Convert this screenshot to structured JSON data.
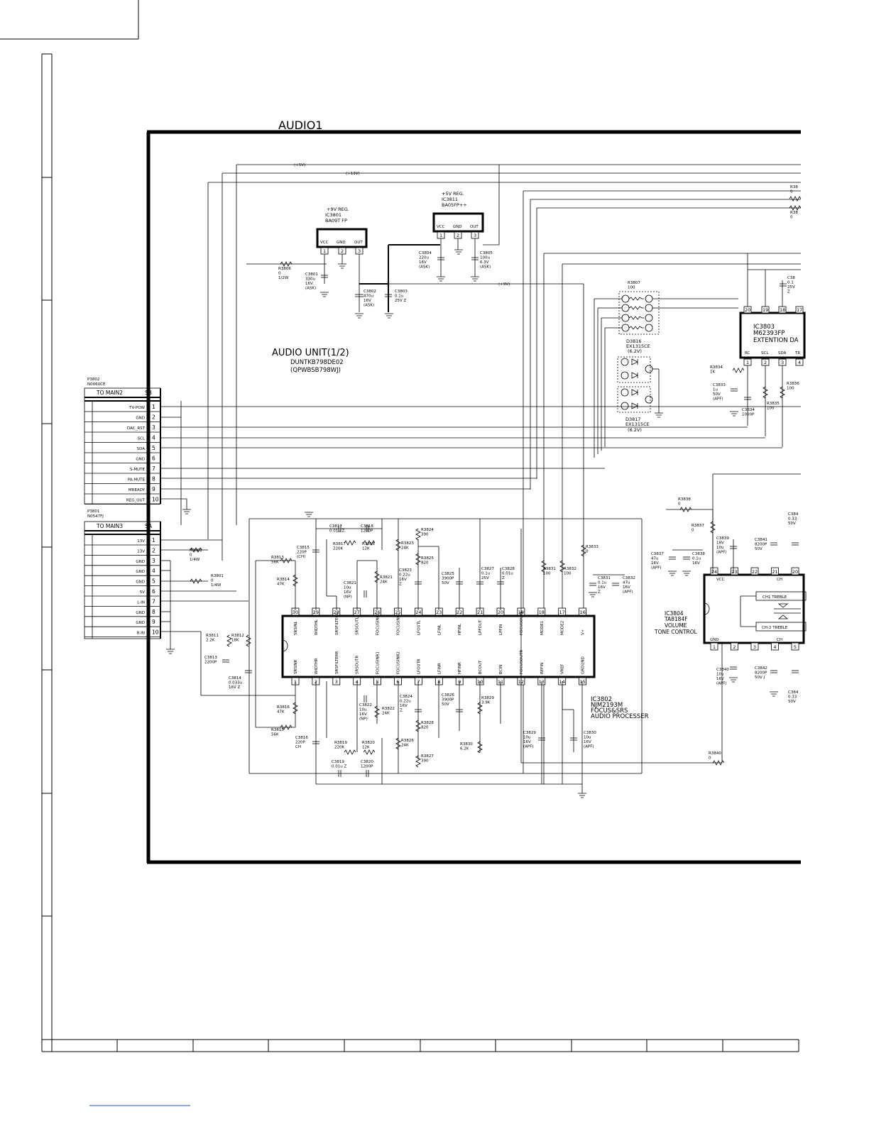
{
  "sheet_title": "AUDIO1",
  "unit": {
    "title": "AUDIO UNIT(1/2)",
    "part1": "DUNTKB798DE02",
    "part2": "(QPWBSB798WJ)"
  },
  "rails": {
    "v5": "(+5V)",
    "v13": "(+13V)",
    "v9": "(+9V)"
  },
  "reg9": {
    "title": "+9V REG.",
    "ref": "IC3801",
    "part": "BA09T FP",
    "pins": [
      "VCC",
      "GND",
      "OUT"
    ],
    "nums": [
      "1",
      "2",
      "3"
    ]
  },
  "reg5": {
    "title": "+5V REG.",
    "ref": "IC3811",
    "part": "BA05FP++",
    "pins": [
      "VCC",
      "GND",
      "OUT"
    ],
    "nums": [
      "1",
      "2",
      "3"
    ]
  },
  "ic3803": {
    "ref": "IC3803",
    "part": "M62393FP",
    "desc": "EXTENTION DA",
    "pins_bottom": [
      "RC",
      "SCL",
      "SDA",
      "TR"
    ],
    "nums_bottom": [
      "1",
      "2",
      "3",
      "4"
    ],
    "nums_top": [
      "20",
      "19",
      "18",
      "17"
    ]
  },
  "ic3802": {
    "ref": "IC3802",
    "part": "NJM2193M",
    "desc1": "FOCUS&SRS",
    "desc2": "AUDIO PROCESSER",
    "top_pins": [
      "SRSINL",
      "WIDTHL",
      "SRSFILTERL",
      "SRSOUTL",
      "FOCUSINL1",
      "FOCUSINL2",
      "LFOUTL",
      "LFINL",
      "HFINL",
      "LPFOUT",
      "LPFIN",
      "FOCUSOUTL",
      "MODE1",
      "MODE2",
      "V+"
    ],
    "top_nums": [
      "30",
      "29",
      "28",
      "27",
      "26",
      "25",
      "24",
      "23",
      "22",
      "21",
      "20",
      "19",
      "18",
      "17",
      "16"
    ],
    "bottom_pins": [
      "SRSINR",
      "WIDTHR",
      "SRSFILTERR",
      "SRSOUTR",
      "FOCUSINR1",
      "FOCUSINR2",
      "LFOUTR",
      "LFINR",
      "HFINR",
      "BCOUT",
      "BCIN",
      "FOCUSOUTR",
      "REFIN",
      "VREF",
      "GROUND"
    ],
    "bottom_nums": [
      "1",
      "2",
      "3",
      "4",
      "5",
      "6",
      "7",
      "8",
      "9",
      "10",
      "11",
      "12",
      "13",
      "14",
      "15"
    ]
  },
  "ic3804": {
    "ref": "IC3804",
    "part": "TA8184F",
    "desc1": "VOLUME",
    "desc2": "TONE CONTROL",
    "pin_vcc": "VCC",
    "pin_gnd": "GND",
    "ch1": "CH1 TREBLE",
    "ch2": "CH-2 TREBLE",
    "ch": "CH",
    "top_nums": [
      "24",
      "23",
      "22",
      "21",
      "20"
    ],
    "bottom_nums": [
      "1",
      "2",
      "3",
      "4",
      "5"
    ]
  },
  "p3802": {
    "ref": "P3802",
    "part": "N0060CE",
    "to": "TO MAIN2",
    "tag": "SB",
    "pins": [
      [
        "TV-POW",
        "1"
      ],
      [
        "GND",
        "2"
      ],
      [
        "DAC_RST",
        "3"
      ],
      [
        "SCL",
        "4"
      ],
      [
        "SDA",
        "5"
      ],
      [
        "GND",
        "6"
      ],
      [
        "S-MUTE",
        "7"
      ],
      [
        "PA-MUTE",
        "8"
      ],
      [
        "MREADY",
        "9"
      ],
      [
        "REG_OUT",
        "10"
      ]
    ]
  },
  "p3801": {
    "ref": "P3801",
    "part": "N0547FJ",
    "to": "TO MAIN3",
    "tag": "SA",
    "pins": [
      [
        "13V",
        "1"
      ],
      [
        "13V",
        "2"
      ],
      [
        "GND",
        "3"
      ],
      [
        "GND",
        "4"
      ],
      [
        "GND",
        "5"
      ],
      [
        "5V",
        "6"
      ],
      [
        "L-IN",
        "7"
      ],
      [
        "GND",
        "8"
      ],
      [
        "GND",
        "9"
      ],
      [
        "R-IN",
        "10"
      ]
    ]
  },
  "diodes": {
    "d3816": [
      "D3816",
      "EX1315CE",
      "(6.2V)"
    ],
    "d3817": [
      "D3817",
      "EX1315CE",
      "(6.2V)"
    ]
  },
  "parts": [
    {
      "id": "r3806",
      "lines": [
        "R3806",
        "0",
        "1/2W"
      ]
    },
    {
      "id": "c3801",
      "lines": [
        "C3801",
        "330u",
        "16V",
        "(ASK)"
      ]
    },
    {
      "id": "c3802",
      "lines": [
        "C3802",
        "470u",
        "16V",
        "(ASK)"
      ]
    },
    {
      "id": "c3803",
      "lines": [
        "C3803",
        "0.1u",
        "25V Z"
      ]
    },
    {
      "id": "c3804",
      "lines": [
        "C3804",
        "220u",
        "16V",
        "(ASK)"
      ]
    },
    {
      "id": "c3805",
      "lines": [
        "C3805",
        "100u",
        "6.3V",
        "(ASK)"
      ]
    },
    {
      "id": "r3807",
      "lines": [
        "R3807",
        "100"
      ]
    },
    {
      "id": "r3834",
      "lines": [
        "R3834",
        "1K"
      ]
    },
    {
      "id": "c3833",
      "lines": [
        "C3833",
        "1u",
        "50V",
        "(APF)"
      ]
    },
    {
      "id": "c3834",
      "lines": [
        "C3834",
        "1000P"
      ]
    },
    {
      "id": "r3835",
      "lines": [
        "R3835",
        "100"
      ]
    },
    {
      "id": "r3836",
      "lines": [
        "R3836",
        "100"
      ]
    },
    {
      "id": "r3802",
      "lines": [
        "R3802",
        "0",
        "1/4W"
      ]
    },
    {
      "id": "r3801",
      "lines": [
        "R3801",
        "0",
        "1/4W"
      ]
    },
    {
      "id": "r3813",
      "lines": [
        "R3813",
        "56K"
      ]
    },
    {
      "id": "r3814",
      "lines": [
        "R3814",
        "47K"
      ]
    },
    {
      "id": "c3815",
      "lines": [
        "C3815",
        "220P",
        "(CH)"
      ]
    },
    {
      "id": "c3817",
      "lines": [
        "C3817",
        "0.01u Z"
      ]
    },
    {
      "id": "c3818",
      "lines": [
        "C3818",
        "1200P"
      ]
    },
    {
      "id": "r3817",
      "lines": [
        "R3817",
        "220K"
      ]
    },
    {
      "id": "r3818",
      "lines": [
        "R3818",
        "12K"
      ]
    },
    {
      "id": "r3824",
      "lines": [
        "R3824",
        "390"
      ]
    },
    {
      "id": "r3823",
      "lines": [
        "R3823",
        "24K"
      ]
    },
    {
      "id": "r3825",
      "lines": [
        "R3825",
        "820"
      ]
    },
    {
      "id": "r3821",
      "lines": [
        "R3821",
        "24K"
      ]
    },
    {
      "id": "c3821",
      "lines": [
        "C3821",
        "10u",
        "16V",
        "(NP)"
      ]
    },
    {
      "id": "c3823",
      "lines": [
        "C3823",
        "0.22u",
        "16V",
        "Z"
      ]
    },
    {
      "id": "c3825",
      "lines": [
        "C3825",
        "3900P",
        "50V"
      ]
    },
    {
      "id": "c3827",
      "lines": [
        "C3827",
        "0.1u",
        "25V"
      ]
    },
    {
      "id": "c3828",
      "lines": [
        "C3828",
        "0.01u",
        "Z"
      ]
    },
    {
      "id": "r3831",
      "lines": [
        "R3831",
        "100"
      ]
    },
    {
      "id": "r3832",
      "lines": [
        "R3832",
        "100"
      ]
    },
    {
      "id": "r3833",
      "lines": [
        "R3833",
        "0"
      ]
    },
    {
      "id": "c3831",
      "lines": [
        "C3831",
        "0.1u",
        "16V",
        "Z"
      ]
    },
    {
      "id": "c3832",
      "lines": [
        "C3832",
        "47u",
        "16V",
        "(APF)"
      ]
    },
    {
      "id": "r3811",
      "lines": [
        "R3811",
        "2.2K"
      ]
    },
    {
      "id": "r3812",
      "lines": [
        "R3812",
        "18K"
      ]
    },
    {
      "id": "c3813",
      "lines": [
        "C3813",
        "2200P"
      ]
    },
    {
      "id": "c3814",
      "lines": [
        "C3814",
        "0.033u",
        "16V Z"
      ]
    },
    {
      "id": "r3816",
      "lines": [
        "R3816",
        "47K"
      ]
    },
    {
      "id": "r3815",
      "lines": [
        "R3815",
        "56K"
      ]
    },
    {
      "id": "c3816",
      "lines": [
        "C3816",
        "220P",
        "CH"
      ]
    },
    {
      "id": "c3822",
      "lines": [
        "C3822",
        "10u",
        "16V",
        "(NP)"
      ]
    },
    {
      "id": "r3822",
      "lines": [
        "R3822",
        "24K"
      ]
    },
    {
      "id": "c3824",
      "lines": [
        "C3824",
        "0.22u",
        "16V",
        "Z"
      ]
    },
    {
      "id": "c3826",
      "lines": [
        "C3826",
        "3900P",
        "50V"
      ]
    },
    {
      "id": "r3829",
      "lines": [
        "R3829",
        "3.9K"
      ]
    },
    {
      "id": "r3828",
      "lines": [
        "R3828",
        "820"
      ]
    },
    {
      "id": "r3826",
      "lines": [
        "R3826",
        "24K"
      ]
    },
    {
      "id": "r3830",
      "lines": [
        "R3830",
        "6.2K"
      ]
    },
    {
      "id": "r3827",
      "lines": [
        "R3827",
        "390"
      ]
    },
    {
      "id": "r3819",
      "lines": [
        "R3819",
        "220K"
      ]
    },
    {
      "id": "r3820",
      "lines": [
        "R3820",
        "12K"
      ]
    },
    {
      "id": "c3819",
      "lines": [
        "C3819",
        "0.01u Z"
      ]
    },
    {
      "id": "c3820",
      "lines": [
        "C3820",
        "1200P"
      ]
    },
    {
      "id": "c3829",
      "lines": [
        "C3829",
        "10u",
        "16V",
        "(APF)"
      ]
    },
    {
      "id": "c3830",
      "lines": [
        "C3830",
        "10u",
        "16V",
        "(APF)"
      ]
    },
    {
      "id": "r3838",
      "lines": [
        "R3838",
        "0"
      ]
    },
    {
      "id": "r3837",
      "lines": [
        "R3837",
        "0"
      ]
    },
    {
      "id": "c3839",
      "lines": [
        "C3839",
        "18V",
        "10u",
        "(APF)"
      ]
    },
    {
      "id": "c3837",
      "lines": [
        "C3837",
        "47u",
        "16V",
        "(APF)"
      ]
    },
    {
      "id": "c3838",
      "lines": [
        "C3838",
        "0.1u",
        "16V"
      ]
    },
    {
      "id": "c3841",
      "lines": [
        "C3841",
        "8200P",
        "50V"
      ]
    },
    {
      "id": "c3840",
      "lines": [
        "C3840",
        "10u",
        "16V",
        "(APF)"
      ]
    },
    {
      "id": "c3842",
      "lines": [
        "C3842",
        "8200P",
        "50V J"
      ]
    },
    {
      "id": "r3840",
      "lines": [
        "R3840",
        "0"
      ]
    },
    {
      "id": "c38tr",
      "lines": [
        "C38",
        "0.1",
        "25V",
        "Z"
      ]
    },
    {
      "id": "r38tr",
      "lines": [
        "R38",
        "0"
      ]
    },
    {
      "id": "r38tr2",
      "lines": [
        "R38",
        "0"
      ]
    },
    {
      "id": "c384a",
      "lines": [
        "C384",
        "0.33",
        "50V"
      ]
    },
    {
      "id": "c384b",
      "lines": [
        "C384",
        "0.33",
        "50V"
      ]
    }
  ]
}
